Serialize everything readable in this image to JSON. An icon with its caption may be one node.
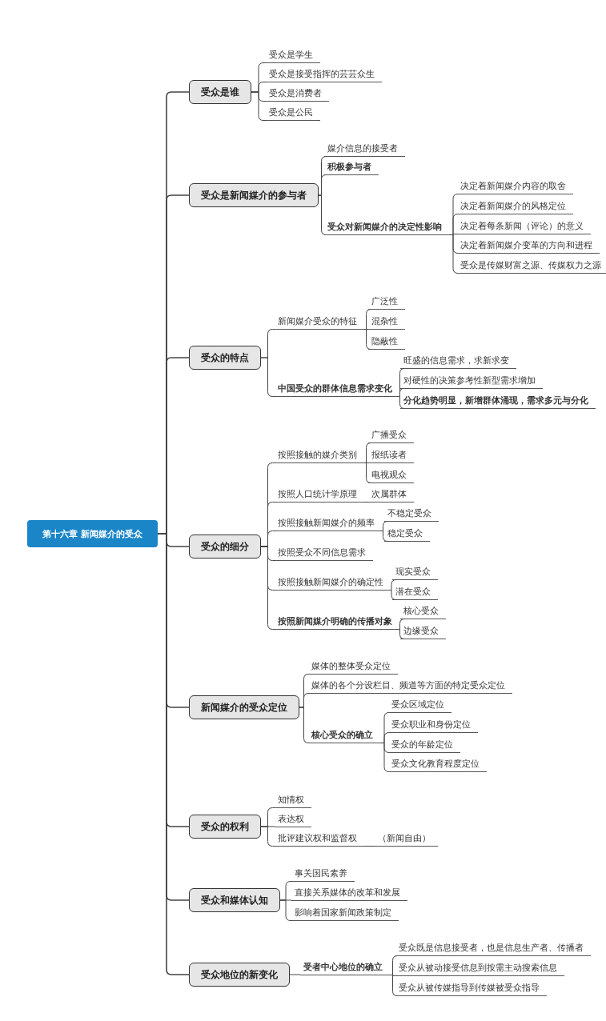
{
  "diagram": {
    "nodes": [
      {
        "text": [
          "第十六章 新闻媒介的受众"
        ]
      },
      {
        "text": [
          "受众是谁"
        ]
      },
      {
        "text": [
          "受众是学生"
        ]
      },
      {
        "text": [
          "受众是接受指挥的芸芸众生"
        ]
      },
      {
        "text": [
          "受众是消费者"
        ]
      },
      {
        "text": [
          "受众是公民"
        ]
      },
      {
        "text": [
          "受众是新闻媒介的参与者"
        ]
      },
      {
        "text": [
          "媒介信息的接受者"
        ]
      },
      {
        "text": [
          "积极参与者"
        ]
      },
      {
        "text": [
          "受众对新闻媒介的决定性影响"
        ]
      },
      {
        "text": [
          "决定着新闻媒介内容的取舍"
        ]
      },
      {
        "text": [
          "决定着新闻媒介的风格定位"
        ]
      },
      {
        "text": [
          "决定着每条新闻（评论）的意义"
        ]
      },
      {
        "text": [
          "决定着新闻媒介变革的方向和进程"
        ]
      },
      {
        "text": [
          "受众是传媒财富之源、传媒权力之源"
        ]
      },
      {
        "text": [
          "受众的特点"
        ]
      },
      {
        "text": [
          "新闻媒介受众的特征"
        ]
      },
      {
        "text": [
          "广泛性"
        ]
      },
      {
        "text": [
          "混杂性"
        ]
      },
      {
        "text": [
          "隐蔽性"
        ]
      },
      {
        "text": [
          "中国受众的群体信息需求变化"
        ]
      },
      {
        "text": [
          "旺盛的信息需求，求新求变"
        ]
      },
      {
        "text": [
          "对硬性的决策参考性新型需求增加"
        ]
      },
      {
        "text": [
          "分化趋势明显，新增群体涌现，需求多元与分化"
        ]
      },
      {
        "text": [
          "受众的细分"
        ]
      },
      {
        "text": [
          "按照接触的媒介类别"
        ]
      },
      {
        "text": [
          "广播受众"
        ]
      },
      {
        "text": [
          "报纸读者"
        ]
      },
      {
        "text": [
          "电视观众"
        ]
      },
      {
        "text": [
          "按照人口统计学原理"
        ]
      },
      {
        "text": [
          "次属群体"
        ]
      },
      {
        "text": [
          "按照接触新闻媒介的频率"
        ]
      },
      {
        "text": [
          "不稳定受众"
        ]
      },
      {
        "text": [
          "稳定受众"
        ]
      },
      {
        "text": [
          "按照受众不同信息需求"
        ]
      },
      {
        "text": [
          "按照接触新闻媒介的确定性"
        ]
      },
      {
        "text": [
          "现实受众"
        ]
      },
      {
        "text": [
          "潜在受众"
        ]
      },
      {
        "text": [
          "按照新闻媒介明确的传播对象"
        ]
      },
      {
        "text": [
          "核心受众"
        ]
      },
      {
        "text": [
          "边缘受众"
        ]
      },
      {
        "text": [
          "新闻媒介的受众定位"
        ]
      },
      {
        "text": [
          "媒体的整体受众定位"
        ]
      },
      {
        "text": [
          "媒体的各个分设栏目、频道等方面的特定受众定位"
        ]
      },
      {
        "text": [
          "核心受众的确立"
        ]
      },
      {
        "text": [
          "受众区域定位"
        ]
      },
      {
        "text": [
          "受众职业和身份定位"
        ]
      },
      {
        "text": [
          "受众的年龄定位"
        ]
      },
      {
        "text": [
          "受众文化教育程度定位"
        ]
      },
      {
        "text": [
          "受众的权利"
        ]
      },
      {
        "text": [
          "知情权"
        ]
      },
      {
        "text": [
          "表达权"
        ]
      },
      {
        "text": [
          "批评建议权和监督权"
        ]
      },
      {
        "text": [
          "（新闻自由）"
        ]
      },
      {
        "text": [
          "受众和媒体认知"
        ]
      },
      {
        "text": [
          "事关国民素养"
        ]
      },
      {
        "text": [
          "直接关系媒体的改革和发展"
        ]
      },
      {
        "text": [
          "影响着国家新闻政策制定"
        ]
      },
      {
        "text": [
          "受众地位的新变化"
        ]
      },
      {
        "text": [
          "受者中心地位的确立"
        ]
      },
      {
        "text": [
          "受众既是信息接受者，也是信息生产者、传播者"
        ]
      },
      {
        "text": [
          "受众从被动接受信息到按需主动搜索信息"
        ]
      },
      {
        "text": [
          "受众从被传媒指导到传媒被受众指导"
        ]
      }
    ],
    "edges": [
      {
        "from": 0,
        "to": 1,
        "arrow": "none"
      },
      {
        "from": 1,
        "to": 2,
        "arrow": "none"
      },
      {
        "from": 1,
        "to": 3,
        "arrow": "none"
      },
      {
        "from": 1,
        "to": 4,
        "arrow": "none"
      },
      {
        "from": 1,
        "to": 5,
        "arrow": "none"
      },
      {
        "from": 0,
        "to": 6,
        "arrow": "none"
      },
      {
        "from": 6,
        "to": 7,
        "arrow": "none"
      },
      {
        "from": 6,
        "to": 8,
        "arrow": "none"
      },
      {
        "from": 6,
        "to": 9,
        "arrow": "none"
      },
      {
        "from": 9,
        "to": 10,
        "arrow": "none"
      },
      {
        "from": 9,
        "to": 11,
        "arrow": "none"
      },
      {
        "from": 9,
        "to": 12,
        "arrow": "none"
      },
      {
        "from": 9,
        "to": 13,
        "arrow": "none"
      },
      {
        "from": 9,
        "to": 14,
        "arrow": "none"
      },
      {
        "from": 0,
        "to": 15,
        "arrow": "none"
      },
      {
        "from": 15,
        "to": 16,
        "arrow": "none"
      },
      {
        "from": 16,
        "to": 17,
        "arrow": "none"
      },
      {
        "from": 16,
        "to": 18,
        "arrow": "none"
      },
      {
        "from": 16,
        "to": 19,
        "arrow": "none"
      },
      {
        "from": 15,
        "to": 20,
        "arrow": "none"
      },
      {
        "from": 20,
        "to": 21,
        "arrow": "none"
      },
      {
        "from": 20,
        "to": 22,
        "arrow": "none"
      },
      {
        "from": 20,
        "to": 23,
        "arrow": "none"
      },
      {
        "from": 0,
        "to": 24,
        "arrow": "none"
      },
      {
        "from": 24,
        "to": 25,
        "arrow": "none"
      },
      {
        "from": 25,
        "to": 26,
        "arrow": "none"
      },
      {
        "from": 25,
        "to": 27,
        "arrow": "none"
      },
      {
        "from": 25,
        "to": 28,
        "arrow": "none"
      },
      {
        "from": 24,
        "to": 29,
        "arrow": "none"
      },
      {
        "from": 29,
        "to": 30,
        "arrow": "none"
      },
      {
        "from": 24,
        "to": 31,
        "arrow": "none"
      },
      {
        "from": 31,
        "to": 32,
        "arrow": "none"
      },
      {
        "from": 31,
        "to": 33,
        "arrow": "none"
      },
      {
        "from": 24,
        "to": 34,
        "arrow": "none"
      },
      {
        "from": 24,
        "to": 35,
        "arrow": "none"
      },
      {
        "from": 35,
        "to": 36,
        "arrow": "none"
      },
      {
        "from": 35,
        "to": 37,
        "arrow": "none"
      },
      {
        "from": 24,
        "to": 38,
        "arrow": "none"
      },
      {
        "from": 38,
        "to": 39,
        "arrow": "none"
      },
      {
        "from": 38,
        "to": 40,
        "arrow": "none"
      },
      {
        "from": 0,
        "to": 41,
        "arrow": "none"
      },
      {
        "from": 41,
        "to": 42,
        "arrow": "none"
      },
      {
        "from": 41,
        "to": 43,
        "arrow": "none"
      },
      {
        "from": 41,
        "to": 44,
        "arrow": "none"
      },
      {
        "from": 44,
        "to": 45,
        "arrow": "none"
      },
      {
        "from": 44,
        "to": 46,
        "arrow": "none"
      },
      {
        "from": 44,
        "to": 47,
        "arrow": "none"
      },
      {
        "from": 44,
        "to": 48,
        "arrow": "none"
      },
      {
        "from": 0,
        "to": 49,
        "arrow": "none"
      },
      {
        "from": 49,
        "to": 50,
        "arrow": "none"
      },
      {
        "from": 49,
        "to": 51,
        "arrow": "none"
      },
      {
        "from": 49,
        "to": 52,
        "arrow": "none"
      },
      {
        "from": 52,
        "to": 53,
        "arrow": "none"
      },
      {
        "from": 0,
        "to": 54,
        "arrow": "none"
      },
      {
        "from": 54,
        "to": 55,
        "arrow": "none"
      },
      {
        "from": 54,
        "to": 56,
        "arrow": "none"
      },
      {
        "from": 54,
        "to": 57,
        "arrow": "none"
      },
      {
        "from": 0,
        "to": 58,
        "arrow": "none"
      },
      {
        "from": 58,
        "to": 59,
        "arrow": "none"
      },
      {
        "from": 59,
        "to": 60,
        "arrow": "none"
      },
      {
        "from": 59,
        "to": 61,
        "arrow": "none"
      },
      {
        "from": 59,
        "to": 62,
        "arrow": "none"
      }
    ]
  }
}
